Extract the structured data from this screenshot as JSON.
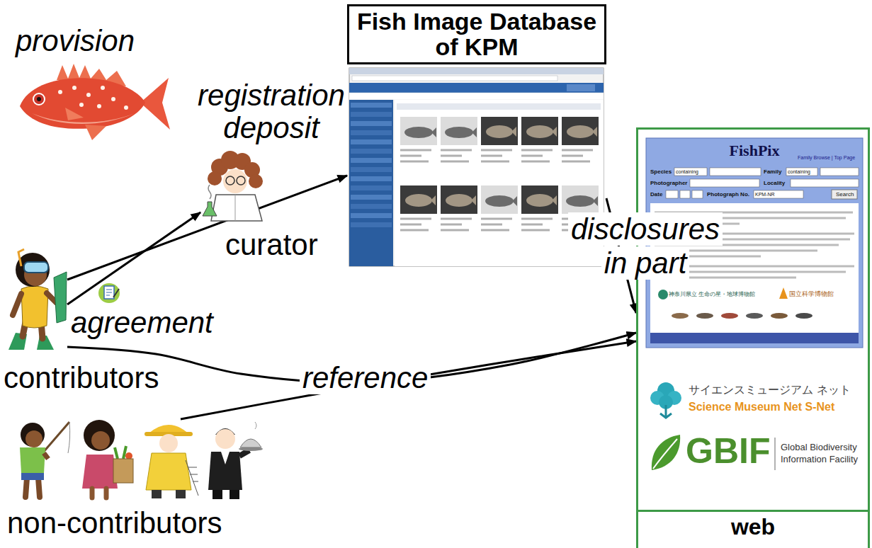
{
  "diagram": {
    "nodes": [
      {
        "text": [
          "Fish Image Database of KPM"
        ]
      },
      {
        "text": [
          "curator"
        ]
      },
      {
        "text": [
          "contributors"
        ]
      },
      {
        "text": [
          "non-contributors"
        ]
      },
      {
        "text": [
          "web"
        ]
      },
      {
        "text": [
          "FishPix",
          "Family Browse | Top Page",
          "Species",
          "containing",
          "Family",
          "containing",
          "Photographer",
          "Locality",
          "Date",
          "Photograph No.",
          "KPM-NR",
          "Search",
          "神奈川県立 生命の星・地球博物館",
          "国立科学博物館"
        ],
        "in": 4
      }
    ],
    "edges": [
      {
        "from": 2,
        "to": 0,
        "arrow": "to"
      },
      {
        "from": 2,
        "to": 1,
        "arrow": "to"
      },
      {
        "from": 0,
        "to": 4,
        "label": "disclosures in part",
        "arrow": "to"
      },
      {
        "from": 2,
        "to": 4,
        "label": "reference",
        "arrow": "to"
      },
      {
        "from": 3,
        "to": 4,
        "arrow": "to"
      }
    ],
    "labels": [
      "provision",
      "registration deposit",
      "agreement",
      "サイエンスミュージアム ネット",
      "Science Museum Net S-Net",
      "GBIF",
      "Global Biodiversity Information Facility"
    ]
  }
}
